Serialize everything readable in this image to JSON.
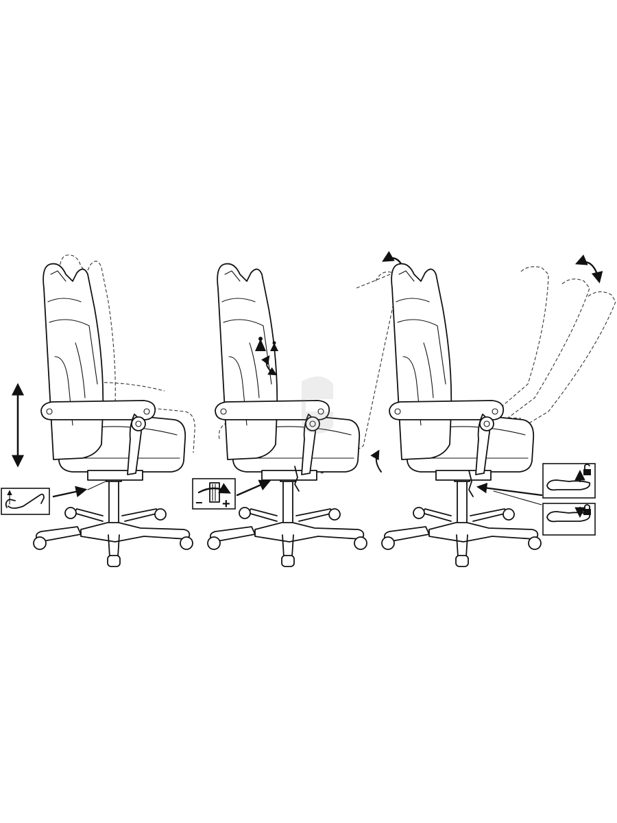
{
  "figure": {
    "panels": [
      {
        "name": "seat-height-adjustment",
        "icons": [
          "vertical-double-arrow-icon",
          "gas-lift-lever-icon",
          "pointer-arrow-icon"
        ]
      },
      {
        "name": "tilt-tension-adjustment",
        "icons": [
          "weight-icon",
          "tension-knob-icon",
          "minus-icon",
          "plus-icon",
          "curved-arrow-icon"
        ]
      },
      {
        "name": "backrest-recline-adjustment",
        "icons": [
          "unlock-icon",
          "lock-icon",
          "recline-lever-icon",
          "curved-arrow-icon"
        ]
      }
    ],
    "symbols": {
      "minus": "−",
      "plus": "+"
    },
    "colors": {
      "line": "#111111",
      "background": "#ffffff"
    }
  }
}
